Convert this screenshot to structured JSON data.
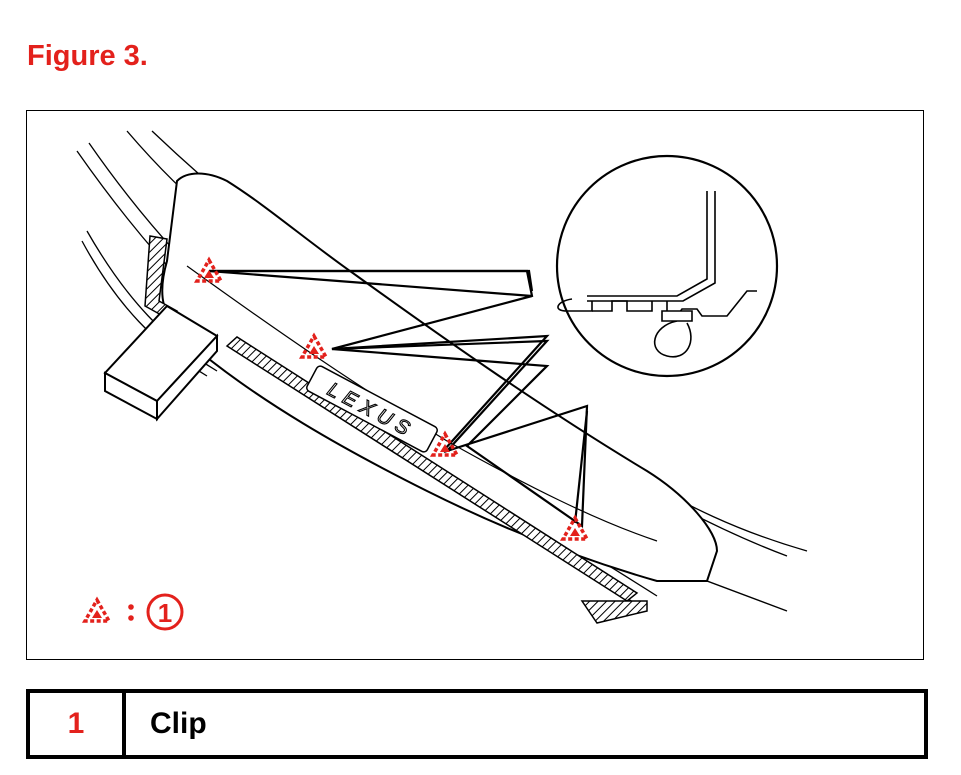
{
  "figure": {
    "title": "Figure 3."
  },
  "callout": {
    "marker": "clip-location-triangle",
    "number": "1"
  },
  "emblem_text": "LEXUS",
  "legend": {
    "rows": [
      {
        "number": "1",
        "name": "Clip"
      }
    ]
  },
  "colors": {
    "accent": "#e3211c",
    "line": "#000000",
    "background": "#ffffff"
  }
}
